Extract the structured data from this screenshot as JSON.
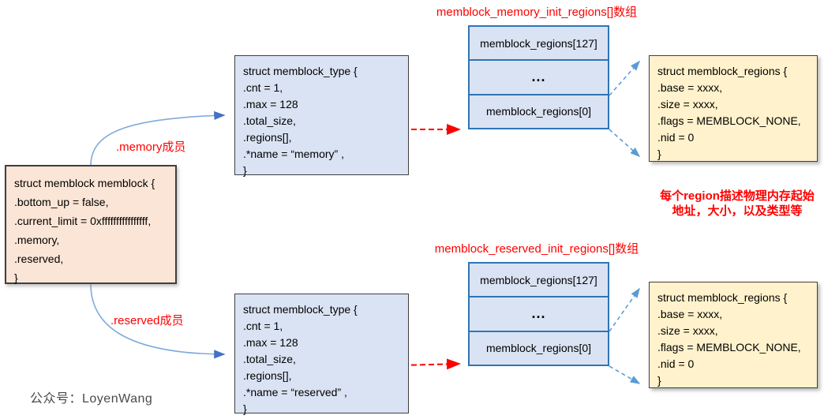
{
  "memblock_box": {
    "lines": [
      "struct memblock memblock {",
      ".bottom_up  = false,",
      ".current_limit = 0xffffffffffffffff,",
      ".memory,",
      ".reserved,",
      "}"
    ]
  },
  "memory_type_box": {
    "lines": [
      "struct memblock_type  {",
      ".cnt = 1,",
      ".max = 128",
      ".total_size,",
      ".regions[],",
      ".*name = “memory” ,",
      "}"
    ]
  },
  "reserved_type_box": {
    "lines": [
      "struct memblock_type  {",
      ".cnt = 1,",
      ".max = 128",
      ".total_size,",
      ".regions[],",
      ".*name = “reserved” ,",
      "}"
    ]
  },
  "memory_array": {
    "title": "memblock_memory_init_regions[]数组",
    "cells": [
      "memblock_regions[127]",
      "...",
      "memblock_regions[0]"
    ]
  },
  "reserved_array": {
    "title": "memblock_reserved_init_regions[]数组",
    "cells": [
      "memblock_regions[127]",
      "...",
      "memblock_regions[0]"
    ]
  },
  "memory_region_box": {
    "lines": [
      "struct memblock_regions {",
      ".base = xxxx,",
      ".size = xxxx,",
      ".flags = MEMBLOCK_NONE,",
      ".nid = 0",
      "}"
    ]
  },
  "reserved_region_box": {
    "lines": [
      "struct memblock_regions {",
      ".base = xxxx,",
      ".size = xxxx,",
      ".flags = MEMBLOCK_NONE,",
      ".nid = 0",
      "}"
    ]
  },
  "annotations": {
    "memory_member": ".memory成员",
    "reserved_member": ".reserved成员",
    "region_note": [
      "每个region描述物理内存起始",
      "地址，大小，以及类型等"
    ],
    "watermark": "公众号：LoyenWang"
  },
  "colors": {
    "red": "#ff0000",
    "arrow_blue": "#7fabdb",
    "arrow_head_blue": "#4472c4",
    "box_orange": "#fbe5d6",
    "box_blue": "#dae3f3",
    "box_yellow": "#fff2cc",
    "stack_border": "#2e75b6"
  }
}
